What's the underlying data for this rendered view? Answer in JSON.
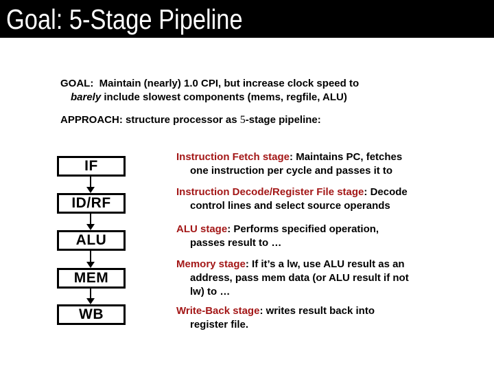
{
  "slide": {
    "title": "Goal: 5-Stage Pipeline",
    "goal": {
      "line1": "GOAL:  Maintain (nearly) 1.0 CPI, but increase clock speed to",
      "line2_italic": "barely",
      "line2_rest": " include slowest components (mems, regfile, ALU)"
    },
    "approach": {
      "pre": "APPROACH: structure processor as ",
      "five": "5",
      "post": "-stage pipeline:"
    },
    "pipeline_rows": [
      {
        "box_label": "IF",
        "lead": "Instruction Fetch stage",
        "first_rest": ": Maintains PC, fetches",
        "cont_lines": [
          "one instruction per cycle and passes it to"
        ]
      },
      {
        "box_label": "ID/RF",
        "lead": "Instruction Decode/Register File stage",
        "first_rest": ": Decode",
        "cont_lines": [
          "control lines and select source operands"
        ]
      },
      {
        "box_label": "ALU",
        "lead": "ALU stage",
        "first_rest": ": Performs specified operation,",
        "cont_lines": [
          "passes result to …"
        ]
      },
      {
        "box_label": "MEM",
        "lead": "Memory stage",
        "first_rest": ": If it’s a lw, use ALU result as an",
        "cont_lines": [
          "address, pass mem data (or ALU result if not",
          "lw) to …"
        ]
      },
      {
        "box_label": "WB",
        "lead": "Write-Back stage",
        "first_rest": ": writes result back into",
        "cont_lines": [
          "register file."
        ]
      }
    ],
    "colors": {
      "title_bg": "#000000",
      "title_fg": "#ffffff",
      "stage_lead_red": "#a31717",
      "body_text": "#000000",
      "slide_bg": "#ffffff"
    }
  }
}
